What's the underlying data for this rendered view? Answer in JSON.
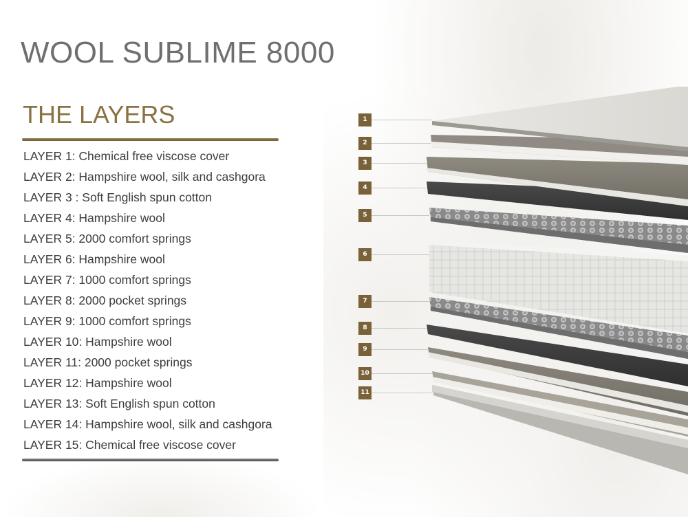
{
  "header": {
    "title": "WOOL SUBLIME 8000",
    "subtitle": "THE LAYERS"
  },
  "layers": [
    "LAYER 1: Chemical free viscose cover",
    "LAYER 2: Hampshire wool, silk and cashgora",
    "LAYER 3 : Soft English spun cotton",
    "LAYER 4: Hampshire wool",
    "LAYER 5: 2000 comfort springs",
    "LAYER 6: Hampshire wool",
    "LAYER 7: 1000 comfort springs",
    "LAYER 8: 2000 pocket springs",
    "LAYER 9: 1000 comfort springs",
    "LAYER 10: Hampshire wool",
    "LAYER 11: 2000 pocket springs",
    "LAYER 12: Hampshire wool",
    "LAYER 13: Soft English spun cotton",
    "LAYER 14: Hampshire wool, silk and cashgora",
    "LAYER 15: Chemical free viscose cover"
  ],
  "diagram": {
    "markers": [
      "1",
      "2",
      "3",
      "4",
      "5",
      "6",
      "7",
      "8",
      "9",
      "10",
      "11"
    ]
  },
  "colors": {
    "accent": "#7a6238",
    "title": "#6f6f6f",
    "subtitle": "#8a7242",
    "text": "#3d3d3d"
  }
}
